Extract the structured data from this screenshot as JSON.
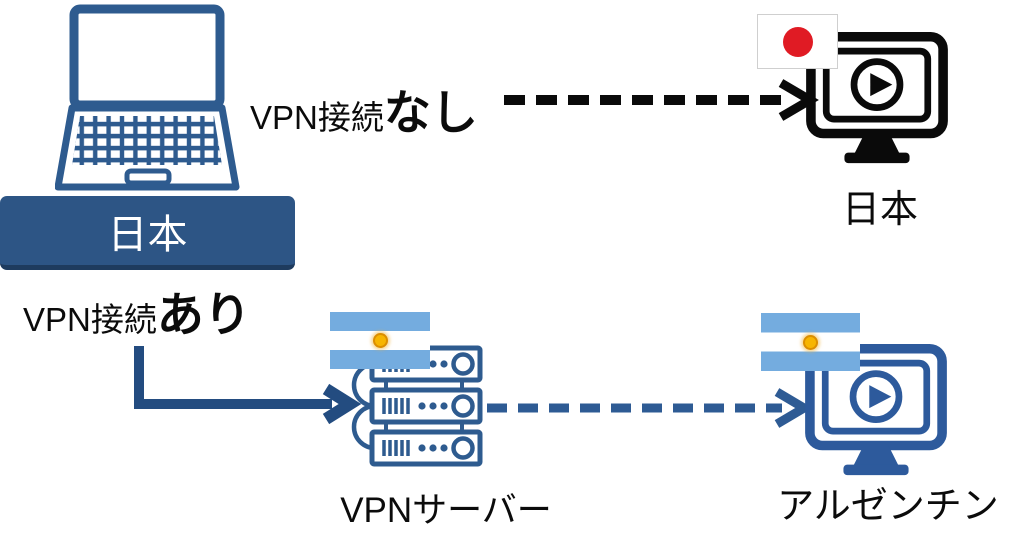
{
  "diagram": {
    "source": {
      "label": "日本",
      "icon": "laptop-icon"
    },
    "no_vpn_flow": {
      "label_prefix": "VPN接続",
      "label_emphasis": "なし",
      "arrow_style": "black-dashed",
      "destination": {
        "label": "日本",
        "flag": "japan-flag-icon",
        "icon": "video-player-monitor-icon"
      }
    },
    "vpn_flow": {
      "label_prefix": "VPN接続",
      "label_emphasis": "あり",
      "arrow_to_server_style": "blue-solid-elbow",
      "arrow_to_destination_style": "blue-dashed",
      "server": {
        "label": "VPNサーバー",
        "flag": "argentina-flag-icon",
        "icon": "server-rack-icon"
      },
      "destination": {
        "label": "アルゼンチン",
        "flag": "argentina-flag-icon",
        "icon": "video-player-monitor-icon"
      }
    }
  },
  "colors": {
    "primary_blue": "#2E5B8F",
    "source_box_blue": "#2D5585",
    "source_box_edge": "#1E3B5E",
    "elbow_arrow_blue": "#234C80",
    "dashed_arrow_blue": "#2E5B94",
    "monitor_blue": "#2D5A9C",
    "black": "#0A0A0A",
    "japan_flag_red": "#E01B24",
    "argentina_flag_blue": "#74ACDF",
    "argentina_sun_gold": "#F7B500",
    "box_text": "#FFFFFF"
  }
}
